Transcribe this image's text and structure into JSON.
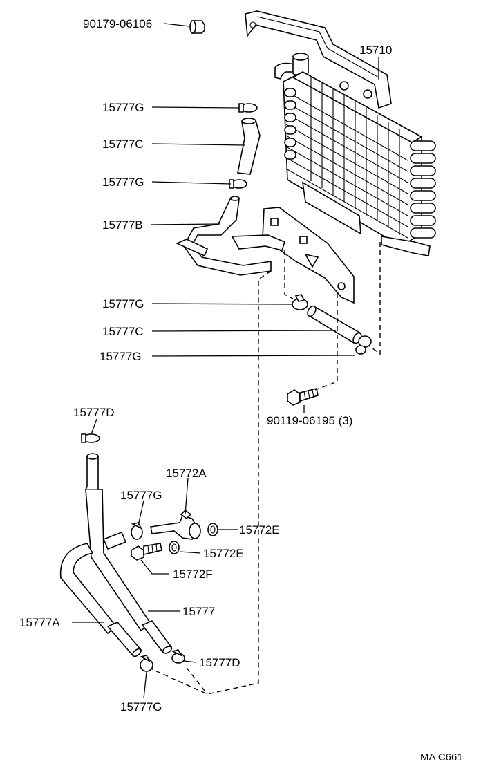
{
  "labels": {
    "clip_top_left": "90179-06106",
    "cooler": "15710",
    "clamp_1": "15777G",
    "hose_1": "15777C",
    "clamp_2": "15777G",
    "pipe_b": "15777B",
    "clamp_3": "15777G",
    "hose_2": "15777C",
    "clamp_4": "15777G",
    "bolt": "90119-06195 (3)",
    "clamp_d_top": "15777D",
    "union": "15772A",
    "clamp_5": "15777G",
    "gasket_1": "15772E",
    "gasket_2": "15772E",
    "union_bolt": "15772F",
    "pipe_main": "15777",
    "pipe_a": "15777A",
    "clamp_d_bottom": "15777D",
    "clamp_6": "15777G"
  },
  "drawing_code": "MA C661"
}
